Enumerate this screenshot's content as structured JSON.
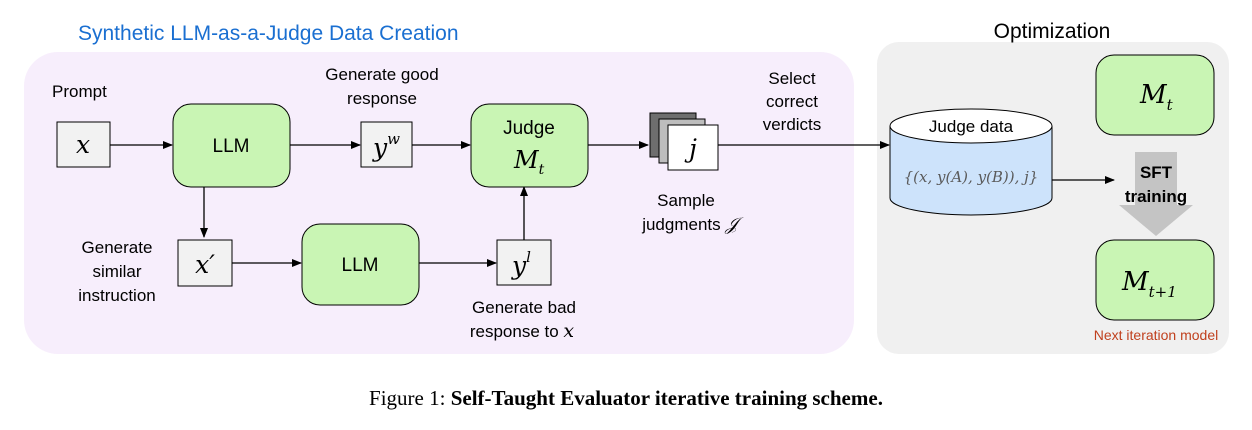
{
  "left_section": {
    "title": "Synthetic LLM-as-a-Judge Data Creation",
    "title_color": "#1a6fd1",
    "bg_color": "#f7eefc"
  },
  "right_section": {
    "title": "Optimization",
    "bg_color": "#f0f0f0"
  },
  "node_color": "#c9f5b4",
  "labels": {
    "prompt": "Prompt",
    "gen_good_1": "Generate good",
    "gen_good_2": "response",
    "select_1": "Select",
    "select_2": "correct",
    "select_3": "verdicts",
    "sample_1": "Sample",
    "sample_2": "judgments",
    "sample_sym": "𝒥",
    "gen_similar_1": "Generate",
    "gen_similar_2": "similar",
    "gen_similar_3": "instruction",
    "gen_bad_1": "Generate bad",
    "gen_bad_2": "response to",
    "gen_bad_x": "x",
    "sft_1": "SFT",
    "sft_2": "training",
    "next_model": "Next iteration model"
  },
  "next_model_color": "#c0401e",
  "nodes": {
    "x": "x",
    "llm_top": "LLM",
    "yw_base": "y",
    "yw_sup": "w",
    "judge_title": "Judge",
    "judge_m": "M",
    "judge_sub": "t",
    "j": "j",
    "x_prime": "x′",
    "llm_bottom": "LLM",
    "yl_base": "y",
    "yl_sup": "l",
    "judge_data_title": "Judge data",
    "judge_data_formula": "{(x, y(A), y(B)), j}",
    "mt_m": "M",
    "mt_sub": "t",
    "mt1_m": "M",
    "mt1_sub": "t+1"
  },
  "caption": {
    "prefix": "Figure 1: ",
    "bold": "Self-Taught Evaluator iterative training scheme."
  }
}
